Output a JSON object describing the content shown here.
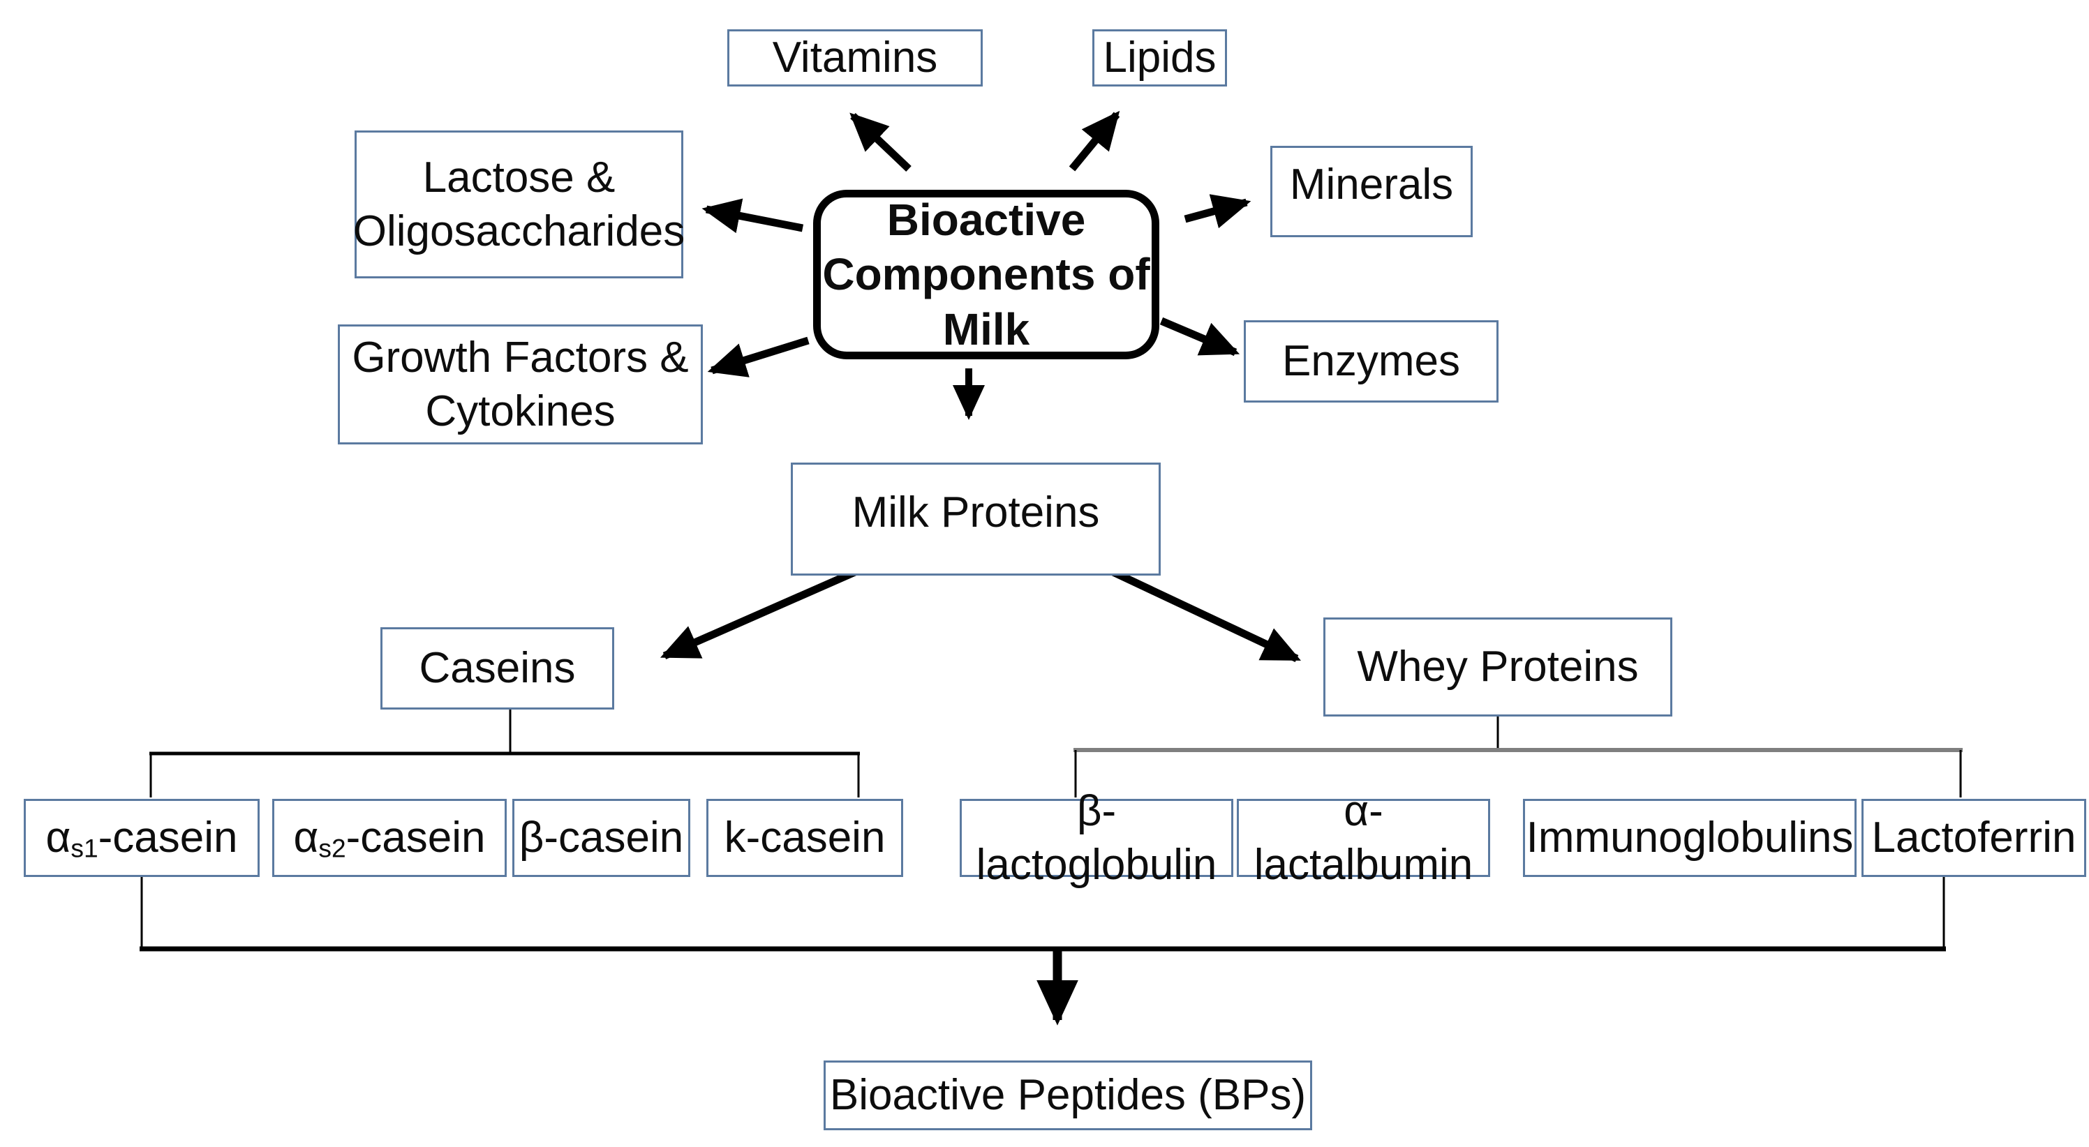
{
  "diagram_title": "Bioactive Components of Milk",
  "nodes": {
    "center": {
      "lines": [
        "Bioactive",
        "Components of",
        "Milk"
      ]
    },
    "vitamins": {
      "label": "Vitamins"
    },
    "lipids": {
      "label": "Lipids"
    },
    "lactose_oligosaccharides": {
      "lines": [
        "Lactose &",
        "Oligosaccharides"
      ]
    },
    "minerals": {
      "label": "Minerals"
    },
    "growth_factors_cytokines": {
      "lines": [
        "Growth Factors &",
        "Cytokines"
      ]
    },
    "enzymes": {
      "label": "Enzymes"
    },
    "milk_proteins": {
      "label": "Milk Proteins"
    },
    "caseins": {
      "label": "Caseins"
    },
    "whey_proteins": {
      "label": "Whey Proteins"
    },
    "alpha_s1_casein": {
      "prefix": "α",
      "sub": "s1",
      "suffix": "-casein"
    },
    "alpha_s2_casein": {
      "prefix": "α",
      "sub": "s2",
      "suffix": "-casein"
    },
    "beta_casein": {
      "label": "β-casein"
    },
    "k_casein": {
      "label": "k-casein"
    },
    "beta_lactoglobulin": {
      "label": "β-lactoglobulin"
    },
    "alpha_lactalbumin": {
      "label": "α-lactalbumin"
    },
    "immunoglobulins": {
      "label": "Immunoglobulins"
    },
    "lactoferrin": {
      "label": "Lactoferrin"
    },
    "bioactive_peptides": {
      "label": "Bioactive Peptides (BPs)"
    }
  },
  "colors": {
    "background": "#ffffff",
    "box_border": "#5b7aa0",
    "center_border": "#000000",
    "text": "#0d0d0d",
    "arrow": "#000000",
    "bracket_black": "#000000",
    "bracket_gray": "#7f7f7f"
  }
}
